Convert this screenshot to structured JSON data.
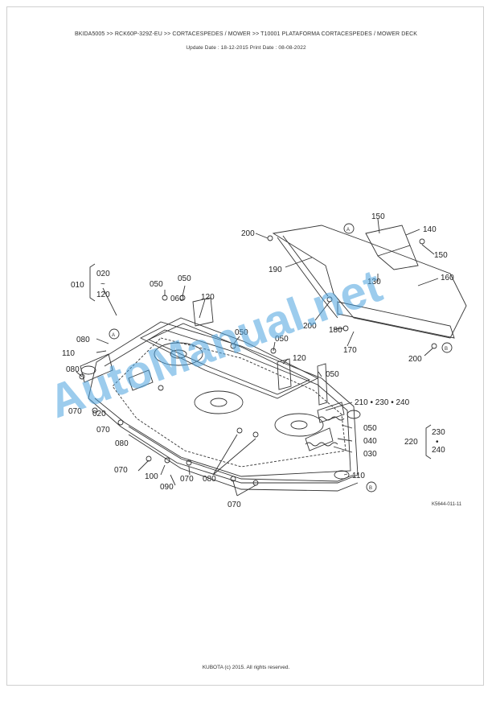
{
  "header": {
    "breadcrumb": "BKIDA5005 >> RCK60P-329Z-EU >> CORTACESPEDES / MOWER >> T10001   PLATAFORMA CORTACESPEDES / MOWER DECK",
    "dates": "Update Date : 18-12-2015   Print Date : 08-08-2022"
  },
  "diagram": {
    "callouts": {
      "c010": "010",
      "c020": "020",
      "tilde": "~",
      "c120a": "120",
      "c050a": "050",
      "c050b": "050",
      "c060": "060",
      "c120b": "120",
      "c080a": "080",
      "c110a": "110",
      "c080b": "080",
      "c070a": "070",
      "c020b": "020",
      "c070b": "070",
      "c080c": "080",
      "c050c": "050",
      "c050d": "050",
      "c120c": "120",
      "c050e": "050",
      "c210": "210 • 230 • 240",
      "c050f": "050",
      "c040": "040",
      "c030": "030",
      "c220": "220",
      "c230": "230",
      "dot": "•",
      "c240": "240",
      "c070c": "070",
      "c100": "100",
      "c090": "090",
      "c070d": "070",
      "c080d": "080",
      "c110b": "110",
      "c070e": "070",
      "c200a": "200",
      "c190": "190",
      "c150a": "150",
      "c140": "140",
      "c150b": "150",
      "c130": "130",
      "c160": "160",
      "c200b": "200",
      "c180": "180",
      "c170": "170",
      "c200c": "200",
      "refA": "A",
      "refA2": "A",
      "refB": "B",
      "refB2": "B"
    },
    "figure_code": "K5644-011-11",
    "watermark": "AutoManual.net"
  },
  "footer": {
    "copyright": "KUBOTA (c) 2015. All rights reserved."
  }
}
